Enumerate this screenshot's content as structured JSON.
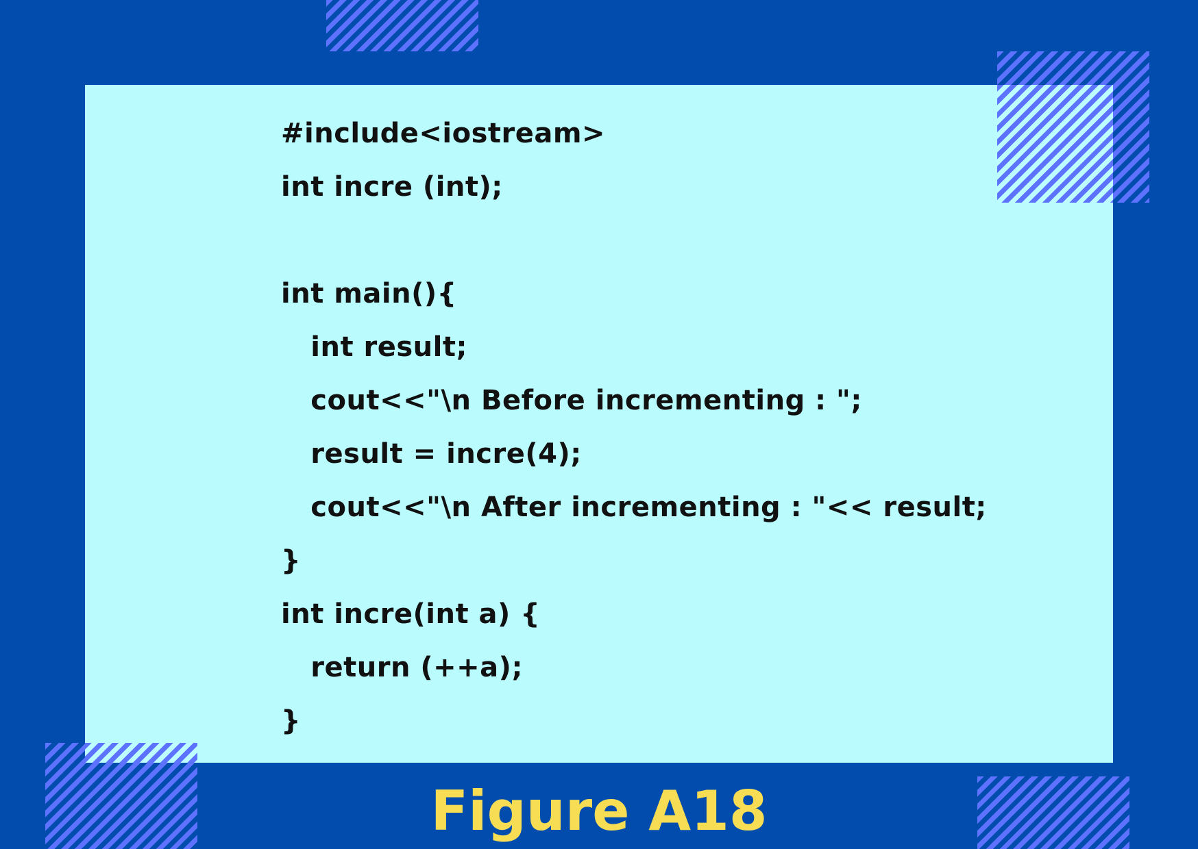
{
  "colors": {
    "background": "#024cad",
    "card": "#bafbfd",
    "stripe": "#5d72ff",
    "code_text": "#111111",
    "caption": "#f7dd53"
  },
  "code_lines": [
    "#include<iostream>",
    "int incre (int);",
    "",
    "int main(){",
    "   int result;",
    "   cout<<\"\\n Before incrementing : \";",
    "   result = incre(4);",
    "   cout<<\"\\n After incrementing : \"<< result;",
    "}",
    "int incre(int a) {",
    "   return (++a);",
    "}"
  ],
  "caption": "Figure A18"
}
